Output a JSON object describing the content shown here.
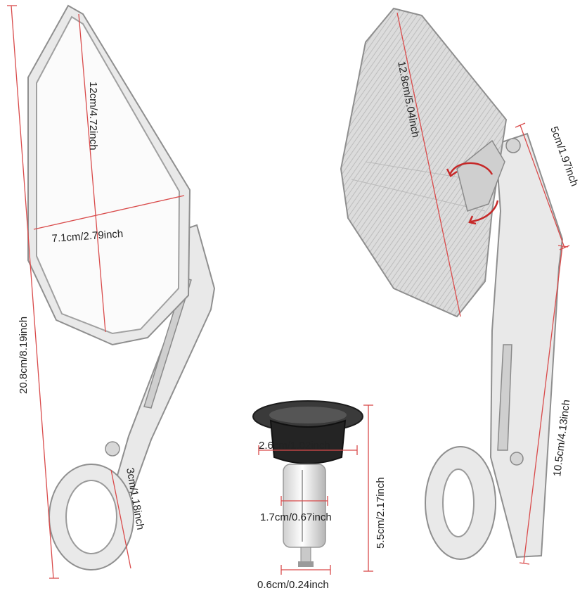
{
  "dimensions": {
    "total_length": "20.8cm/8.19inch",
    "mirror_height": "12cm/4.72inch",
    "mirror_width": "7.1cm/2.79inch",
    "clamp_width": "3cm/1.18inch",
    "back_diagonal": "12.8cm/5.04inch",
    "pivot_width": "5cm/1.97inch",
    "arm_length": "10.5cm/4.13inch",
    "plug_cap_diameter": "2.6cm/1.02inch",
    "plug_total_length": "5.5cm/2.17inch",
    "plug_body_diameter": "1.7cm/0.67inch",
    "plug_screw_diameter": "0.6cm/0.24inch"
  },
  "colors": {
    "dimension_line": "#d94b4b",
    "metal": "#e9e9e9",
    "plug_cap": "#2b2b2b"
  },
  "icons": [
    "bar-end-mirror-front",
    "bar-end-mirror-back",
    "bar-end-plug",
    "rotation-arrow-icon"
  ]
}
